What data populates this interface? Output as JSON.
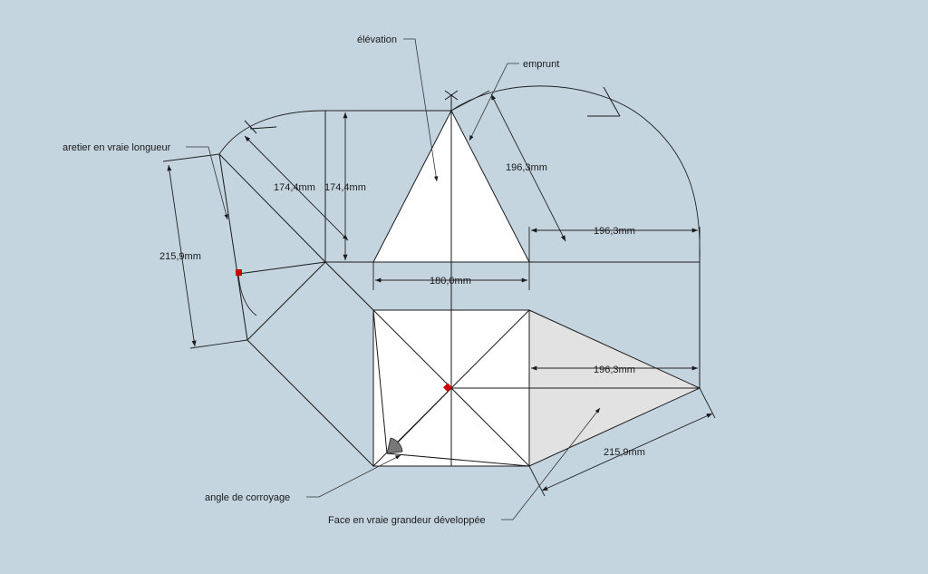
{
  "labels": {
    "elevation": "élévation",
    "emprunt": "emprunt",
    "aretier": "aretier en vraie longueur",
    "angle": "angle de corroyage",
    "face": "Face en vraie grandeur développée"
  },
  "dims": {
    "d1744a": "174,4mm",
    "d1744b": "174,4mm",
    "d1963a": "196,3mm",
    "d1963b": "196,3mm",
    "d1963c": "196,3mm",
    "d1800": "180,0mm",
    "d2159a": "215,9mm",
    "d2159b": "215,9mm"
  },
  "colors": {
    "background": "#c5d5e0",
    "face_white": "#ffffff",
    "face_grey": "#e2e2e2",
    "marker": "#cc0000",
    "angle_fill": "#777777"
  }
}
